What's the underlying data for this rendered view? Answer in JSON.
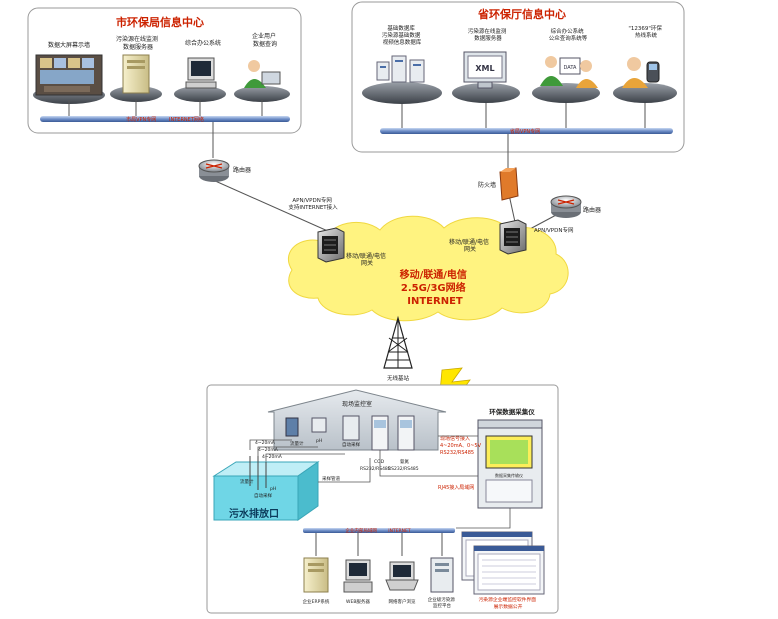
{
  "city_center": {
    "title": "市环保局信息中心",
    "nodes": [
      {
        "label_lines": [
          "数据大屏幕示墙"
        ]
      },
      {
        "label_lines": [
          "污染源在线监测",
          "数据服务器"
        ]
      },
      {
        "label_lines": [
          "综合办公系统"
        ]
      },
      {
        "label_lines": [
          "企业用户",
          "数据查询"
        ]
      }
    ],
    "bus_label": "市局VPN专网        INTERNET网络"
  },
  "province_center": {
    "title": "省环保厅信息中心",
    "nodes": [
      {
        "label_lines": [
          "基础数据库",
          "污染源基础数据",
          "视频信息数据库"
        ]
      },
      {
        "label_lines": [
          "污染源在线监测",
          "数据服务器"
        ]
      },
      {
        "label_lines": [
          "综合办公系统",
          "公众查询系统等"
        ]
      },
      {
        "label_lines": [
          "\"12369\"环保",
          "热线系统"
        ]
      }
    ],
    "bus_label": "省局VPN专网",
    "xml_badge": "XML",
    "data_badge": "DATA"
  },
  "router_left": "路由器",
  "router_right": "路由器",
  "firewall": "防火墙",
  "left_gateway": {
    "top_label_lines": [
      "APN/VPDN专网",
      "支持INTERNET接入"
    ],
    "label_lines": [
      "移动/联通/电信",
      "网关"
    ]
  },
  "right_gateway": {
    "top_label": "APN/VPDN专网",
    "label_lines": [
      "移动/联通/电信",
      "网关"
    ]
  },
  "cloud": {
    "lines": [
      "移动/联通/电信",
      "2.5G/3G网络",
      "INTERNET"
    ]
  },
  "tower": {
    "label": "无线基站"
  },
  "site": {
    "house_title": "现场监控室",
    "instruments": [
      "流量计",
      "pH",
      "流量计",
      "COD",
      "氨氮",
      "自动采样"
    ],
    "signals": [
      "4~20mA",
      "4~20mA",
      "4~20mA"
    ],
    "rs_labels": [
      "RS232/RS485",
      "RS232/RS485"
    ],
    "outfall_label": "污水排放口",
    "pool_labels": [
      "流量计",
      "pH",
      "自动采样"
    ],
    "pipe_label": "采样管道",
    "collector_title": "环保数据采集仪",
    "collector_screen": "数据采集传输仪",
    "input_lines": [
      "现场信号接入",
      "4~20mA、0~5V",
      "RS232/RS485"
    ],
    "rj45_label": "RJ45接入局域网",
    "lan_label": "企业内部局域网        INTERNET",
    "enterprise_nodes": [
      {
        "label_lines": [
          "企业ERP系统"
        ]
      },
      {
        "label_lines": [
          "WEB服务器"
        ]
      },
      {
        "label_lines": [
          "网络客户浏览"
        ]
      },
      {
        "label_lines": [
          "企业级污染源",
          "监控平台"
        ]
      }
    ],
    "software_caption_lines": [
      "污染源企业端监控软件界面",
      "展示数据公开"
    ]
  },
  "colors": {
    "title_red": "#cc2200",
    "bus_blue": "#4a6ea8",
    "bus_text_red": "#cc2200",
    "cloud_yellow": "#fff380",
    "water_cyan": "#6fd6e6",
    "lightning": "#ffe600"
  }
}
